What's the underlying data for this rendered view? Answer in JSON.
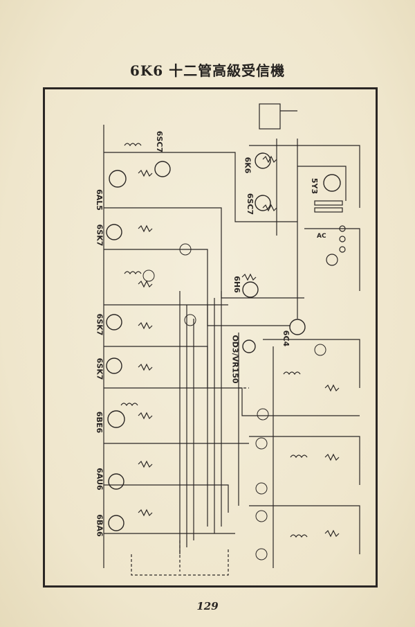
{
  "page": {
    "title": "6K6 十二管高級受信機",
    "page_number": "129"
  },
  "tubes": [
    {
      "label": "6AL5"
    },
    {
      "label": "6SK7"
    },
    {
      "label": "6SK7"
    },
    {
      "label": "6SK7"
    },
    {
      "label": "6BE6"
    },
    {
      "label": "6AU6"
    },
    {
      "label": "6BA6"
    },
    {
      "label": "6SC7"
    },
    {
      "label": "6K6"
    },
    {
      "label": "6SC7"
    },
    {
      "label": "5Y3"
    },
    {
      "label": "6H6"
    },
    {
      "label": "OD3/VR150"
    },
    {
      "label": "6C4"
    }
  ],
  "annotations": {
    "ac": "AC"
  },
  "colors": {
    "ink": "#2a2624",
    "paper": "#f1ead3"
  }
}
